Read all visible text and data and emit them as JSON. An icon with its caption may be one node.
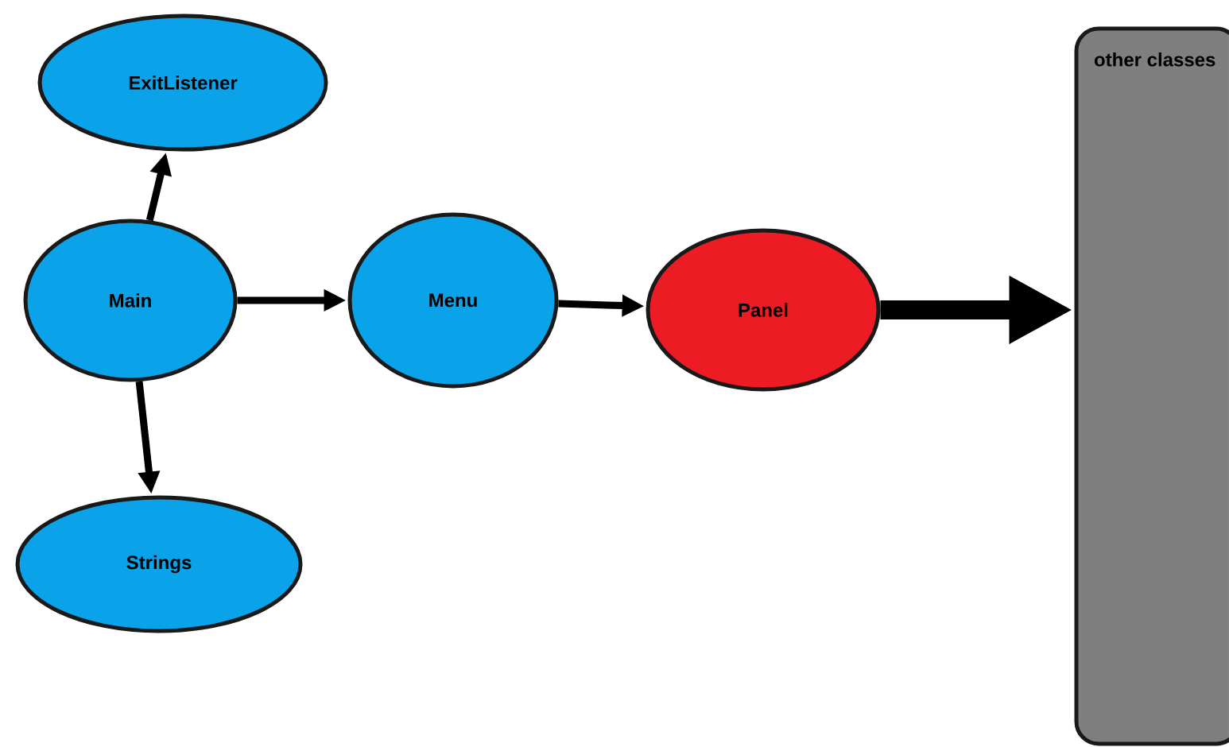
{
  "diagram": {
    "nodes": [
      {
        "text": [
          "ExitListener"
        ]
      },
      {
        "text": [
          "Main"
        ]
      },
      {
        "text": [
          "Menu"
        ]
      },
      {
        "text": [
          "Panel"
        ]
      },
      {
        "text": [
          "Strings"
        ]
      },
      {
        "text": [
          "other classes"
        ]
      }
    ],
    "edges": [
      {
        "from": 1,
        "to": 0,
        "arrow": "to"
      },
      {
        "from": 1,
        "to": 2,
        "arrow": "to"
      },
      {
        "from": 1,
        "to": 4,
        "arrow": "to"
      },
      {
        "from": 2,
        "to": 3,
        "arrow": "to"
      },
      {
        "from": 3,
        "to": 5,
        "arrow": "to",
        "style": "thick"
      }
    ]
  }
}
